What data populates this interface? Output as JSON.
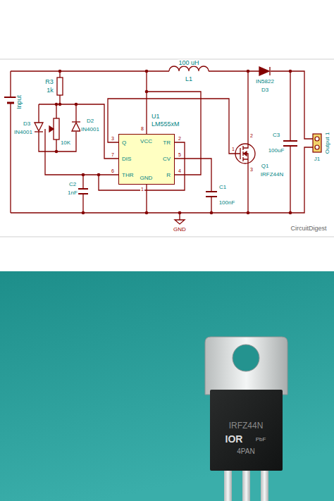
{
  "diagram": {
    "nodes": [
      {
        "text": [
          "U1",
          "LM555xM",
          "Q",
          "DIS",
          "THR",
          "VCC",
          "GND",
          "TR",
          "CV",
          "R"
        ]
      }
    ],
    "labels": [
      "Input",
      "R3",
      "1k",
      "D3",
      "IN4001",
      "D2",
      "IN4001",
      "10K",
      "C2",
      "1nF",
      "3",
      "7",
      "6",
      "8",
      "1",
      "2",
      "5",
      "4",
      "100 uH",
      "L1",
      "IN5822",
      "D3",
      "Q1",
      "IRFZ44N",
      "1",
      "2",
      "3",
      "C3",
      "100uF",
      "J1",
      "Output 1",
      "C1",
      "100nF",
      "GND",
      "CircuitDigest",
      "IRFZ44N",
      "IOR",
      "PbF",
      "4PAN"
    ]
  }
}
